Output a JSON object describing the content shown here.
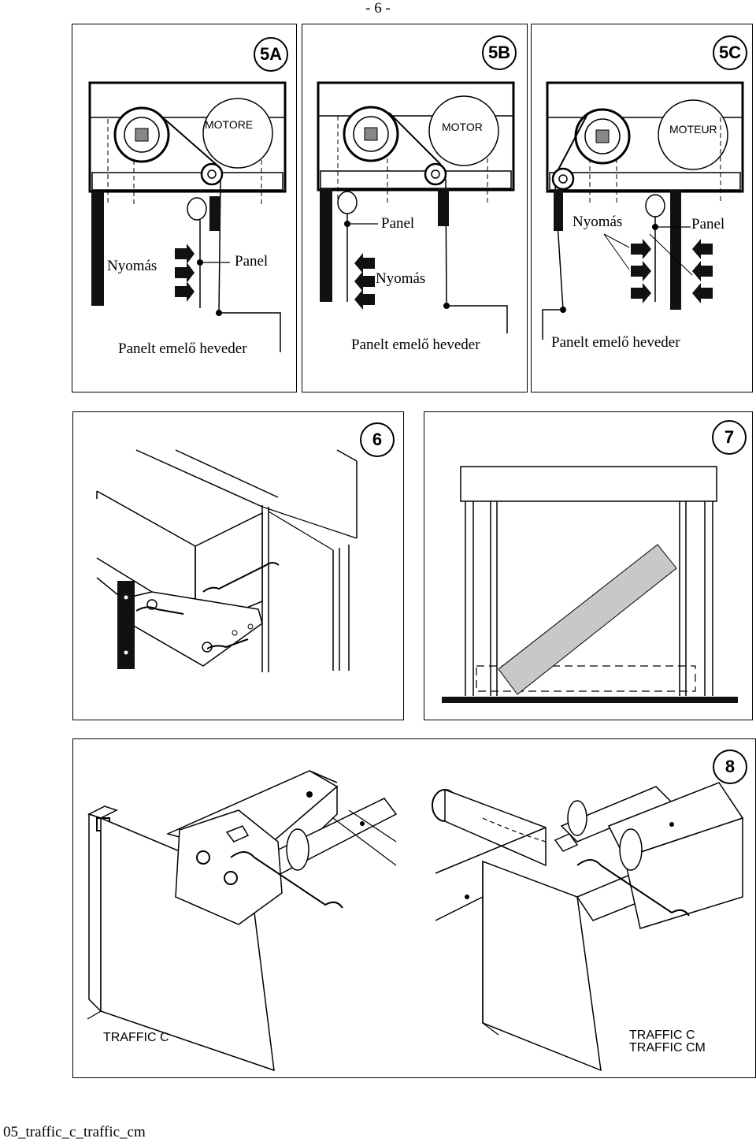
{
  "page_number": "- 6 -",
  "footer": "05_traffic_c_traffic_cm",
  "fig5a": {
    "badge": "5A",
    "motor": "MOTORE",
    "push": "Nyomás",
    "panel": "Panel",
    "strap": "Panelt emelő heveder"
  },
  "fig5b": {
    "badge": "5B",
    "motor": "MOTOR",
    "push": "Nyomás",
    "panel": "Panel",
    "strap": "Panelt emelő heveder"
  },
  "fig5c": {
    "badge": "5C",
    "motor": "MOTEUR",
    "push": "Nyomás",
    "panel": "Panel",
    "strap": "Panelt emelő heveder"
  },
  "fig6": {
    "badge": "6"
  },
  "fig7": {
    "badge": "7"
  },
  "fig8": {
    "badge": "8",
    "left_model": "TRAFFIC C",
    "right_model_1": "TRAFFIC C",
    "right_model_2": "TRAFFIC CM"
  }
}
